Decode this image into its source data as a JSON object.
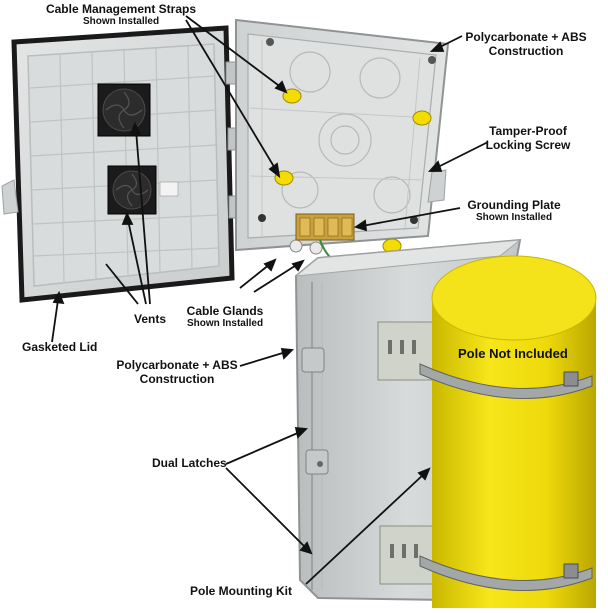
{
  "callouts": {
    "cable_straps": {
      "line1": "Cable Management Straps",
      "line2": "Shown Installed"
    },
    "construction_top": {
      "line1": "Polycarbonate + ABS",
      "line2": "Construction"
    },
    "locking_screw": {
      "line1": "Tamper-Proof",
      "line2": "Locking Screw"
    },
    "grounding_plate": {
      "line1": "Grounding Plate",
      "line2": "Shown Installed"
    },
    "cable_glands": {
      "line1": "Cable Glands",
      "line2": "Shown Installed"
    },
    "vents": {
      "line1": "Vents"
    },
    "gasketed_lid": {
      "line1": "Gasketed Lid"
    },
    "construction_mid": {
      "line1": "Polycarbonate + ABS",
      "line2": "Construction"
    },
    "dual_latches": {
      "line1": "Dual Latches"
    },
    "pole_mounting_kit": {
      "line1": "Pole Mounting Kit"
    },
    "pole_note": {
      "line1": "Pole Not Included"
    }
  },
  "colors": {
    "enclosure_body": "#d6d8d8",
    "enclosure_shadow": "#a9adae",
    "gasket": "#1a1a1a",
    "pole_yellow": "#f2e010",
    "pole_shadow": "#c9b800",
    "strap_yellow": "#f4dc00",
    "copper": "#c9a03c",
    "leader_line": "#111111"
  }
}
